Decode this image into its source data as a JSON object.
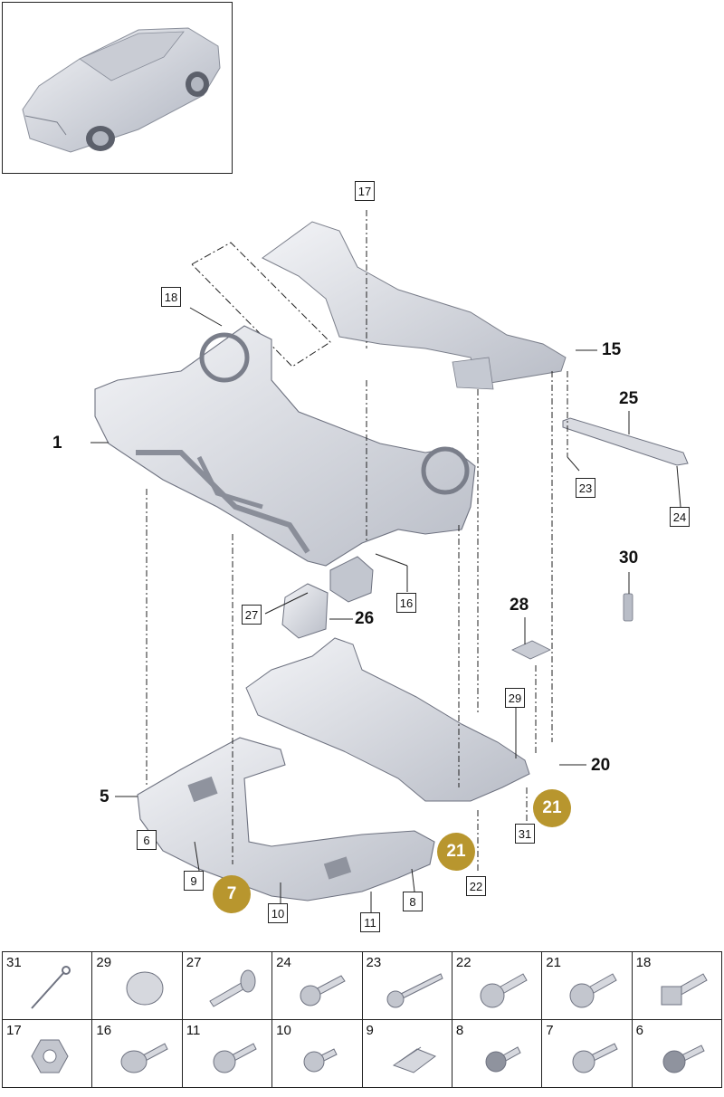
{
  "callouts": {
    "c1": "1",
    "c5": "5",
    "c15": "15",
    "c20": "20",
    "c25": "25",
    "c26": "26",
    "c28": "28",
    "c30": "30",
    "c17": "17",
    "c18": "18",
    "c23": "23",
    "c24": "24",
    "c16": "16",
    "c27": "27",
    "c29": "29",
    "c6": "6",
    "c9": "9",
    "c10": "10",
    "c11": "11",
    "c8": "8",
    "c22": "22",
    "c31": "31",
    "c7": "7",
    "c21a": "21",
    "c21b": "21"
  },
  "colors": {
    "accent_circle": "#b8962e",
    "part_fill": "#d6d8de",
    "part_stroke": "#6e7280"
  },
  "parts_table": {
    "row1": [
      "31",
      "29",
      "27",
      "24",
      "23",
      "22",
      "21",
      "18"
    ],
    "row2": [
      "17",
      "16",
      "11",
      "10",
      "9",
      "8",
      "7",
      "6"
    ],
    "icons_row1": [
      "cotter-pin-icon",
      "plug-cap-icon",
      "rivet-bolt-icon",
      "washer-bolt-icon",
      "long-bolt-icon",
      "flange-bolt-icon",
      "flange-bolt-icon",
      "hex-bolt-icon"
    ],
    "icons_row2": [
      "hex-nut-icon",
      "pan-head-bolt-icon",
      "torx-bolt-icon",
      "short-torx-bolt-icon",
      "clip-nut-icon",
      "washer-screw-icon",
      "torx-bolt-icon",
      "flange-screw-icon"
    ]
  }
}
